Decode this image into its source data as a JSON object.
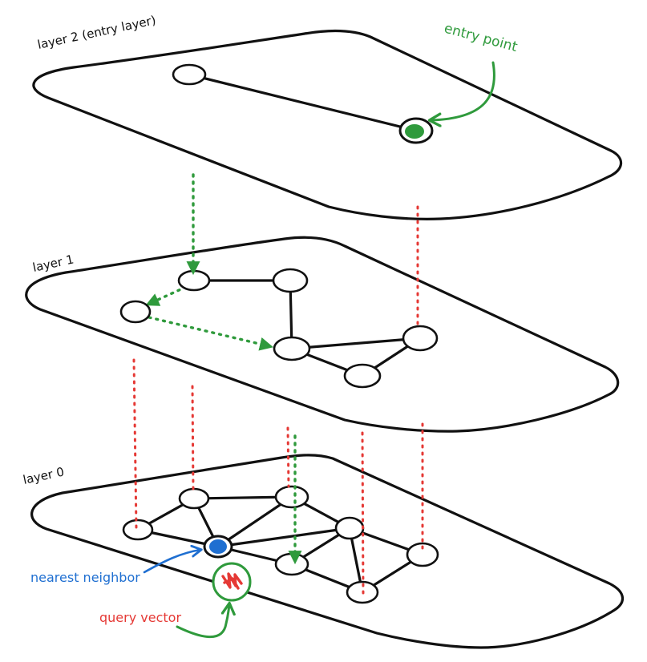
{
  "labels": {
    "layer2": "layer 2 (entry layer)",
    "layer1": "layer 1",
    "layer0": "layer 0",
    "entry_point": "entry point",
    "nearest_neighbor": "nearest neighbor",
    "query_vector": "query vector"
  },
  "colors": {
    "ink": "#111111",
    "green": "#2f9a3c",
    "blue": "#1f6fd1",
    "red": "#e53935"
  }
}
